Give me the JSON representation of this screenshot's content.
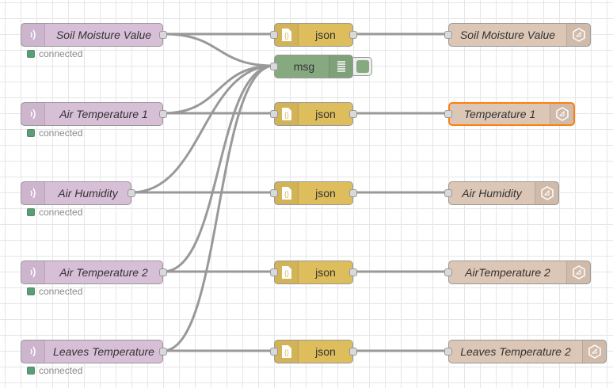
{
  "flow": {
    "status_text": "connected",
    "colors": {
      "sensor": "#d8bfd8",
      "json": "#debd5c",
      "debug": "#87a980",
      "chart": "#dcc6b5",
      "selected_border": "#ff7f0e",
      "status_connected": "#5a9e77",
      "wire": "#999999"
    },
    "sensors": [
      {
        "id": "s1",
        "label": "Soil Moisture Value",
        "status": "connected",
        "icon": "wireless-icon"
      },
      {
        "id": "s2",
        "label": "Air Temperature 1",
        "status": "connected",
        "icon": "wireless-icon"
      },
      {
        "id": "s3",
        "label": "Air Humidity",
        "status": "connected",
        "icon": "wireless-icon"
      },
      {
        "id": "s4",
        "label": "Air Temperature 2",
        "status": "connected",
        "icon": "wireless-icon"
      },
      {
        "id": "s5",
        "label": "Leaves Temperature",
        "status": "connected",
        "icon": "wireless-icon"
      }
    ],
    "json_nodes": [
      {
        "id": "j1",
        "label": "json",
        "icon": "json-brace-icon"
      },
      {
        "id": "j2",
        "label": "json",
        "icon": "json-brace-icon"
      },
      {
        "id": "j3",
        "label": "json",
        "icon": "json-brace-icon"
      },
      {
        "id": "j4",
        "label": "json",
        "icon": "json-brace-icon"
      },
      {
        "id": "j5",
        "label": "json",
        "icon": "json-brace-icon"
      }
    ],
    "debug_node": {
      "id": "d1",
      "label": "msg",
      "icon": "debug-list-icon",
      "active": true
    },
    "outputs": [
      {
        "id": "c1",
        "label": "Soil Moisture Value",
        "icon": "dashboard-gauge-icon",
        "selected": false
      },
      {
        "id": "c2",
        "label": "Temperature 1",
        "icon": "dashboard-gauge-icon",
        "selected": true
      },
      {
        "id": "c3",
        "label": "Air Humidity",
        "icon": "dashboard-gauge-icon",
        "selected": false
      },
      {
        "id": "c4",
        "label": "AirTemperature 2",
        "icon": "dashboard-gauge-icon",
        "selected": false
      },
      {
        "id": "c5",
        "label": "Leaves Temperature 2",
        "icon": "dashboard-gauge-icon",
        "selected": false
      }
    ],
    "wires": [
      [
        "s1",
        "j1"
      ],
      [
        "s1",
        "d1"
      ],
      [
        "s2",
        "j2"
      ],
      [
        "s2",
        "d1"
      ],
      [
        "s3",
        "j3"
      ],
      [
        "s3",
        "d1"
      ],
      [
        "s4",
        "j4"
      ],
      [
        "s4",
        "d1"
      ],
      [
        "s5",
        "j5"
      ],
      [
        "s5",
        "d1"
      ],
      [
        "j1",
        "c1"
      ],
      [
        "j2",
        "c2"
      ],
      [
        "j3",
        "c3"
      ],
      [
        "j4",
        "c4"
      ],
      [
        "j5",
        "c5"
      ]
    ]
  }
}
